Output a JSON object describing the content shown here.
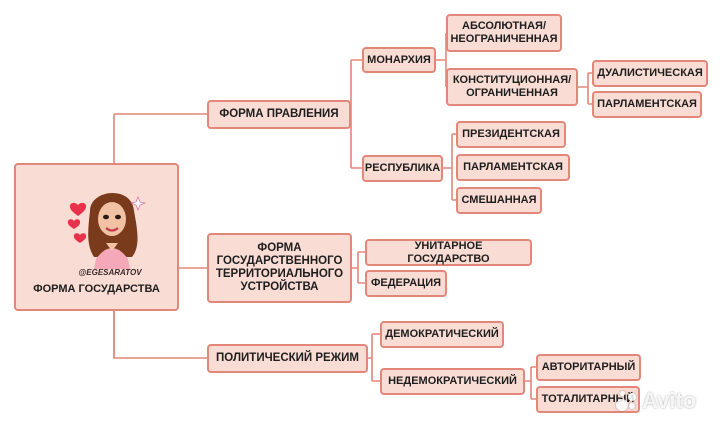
{
  "root": {
    "label": "ФОРМА ГОСУДАРСТВА",
    "sticker_text": "@EGESARATOV"
  },
  "branches": {
    "government_form": "ФОРМА ПРАВЛЕНИЯ",
    "territorial_form": "ФОРМА ГОСУДАРСТВЕННОГО ТЕРРИТОРИАЛЬНОГО УСТРОЙСТВА",
    "political_regime": "ПОЛИТИЧЕСКИЙ РЕЖИМ"
  },
  "government_form": {
    "monarchy": "МОНАРХИЯ",
    "monarchy_types": {
      "absolute": "АБСОЛЮТНАЯ/ НЕОГРАНИЧЕННАЯ",
      "constitutional": "КОНСТИТУЦИОННАЯ/ ОГРАНИЧЕННАЯ"
    },
    "constitutional_types": {
      "dualistic": "ДУАЛИСТИЧЕСКАЯ",
      "parliamentary": "ПАРЛАМЕНТСКАЯ"
    },
    "republic": "РЕСПУБЛИКА",
    "republic_types": {
      "presidential": "ПРЕЗИДЕНТСКАЯ",
      "parliamentary": "ПАРЛАМЕНТСКАЯ",
      "mixed": "СМЕШАННАЯ"
    }
  },
  "territorial_form": {
    "unitary": "УНИТАРНОЕ ГОСУДАРСТВО",
    "federation": "ФЕДЕРАЦИЯ"
  },
  "political_regime": {
    "democratic": "ДЕМОКРАТИЧЕСКИЙ",
    "undemocratic": "НЕДЕМОКРАТИЧЕСКИЙ",
    "undemocratic_types": {
      "authoritarian": "АВТОРИТАРНЫЙ",
      "totalitarian": "ТОТАЛИТАРНЫЙ"
    }
  },
  "watermark": "Avito",
  "colors": {
    "node_fill": "#f9dcd4",
    "node_border": "#e3877a",
    "connector": "#e3877a",
    "text": "#1e1e1e",
    "hearts": "#e8314a"
  }
}
